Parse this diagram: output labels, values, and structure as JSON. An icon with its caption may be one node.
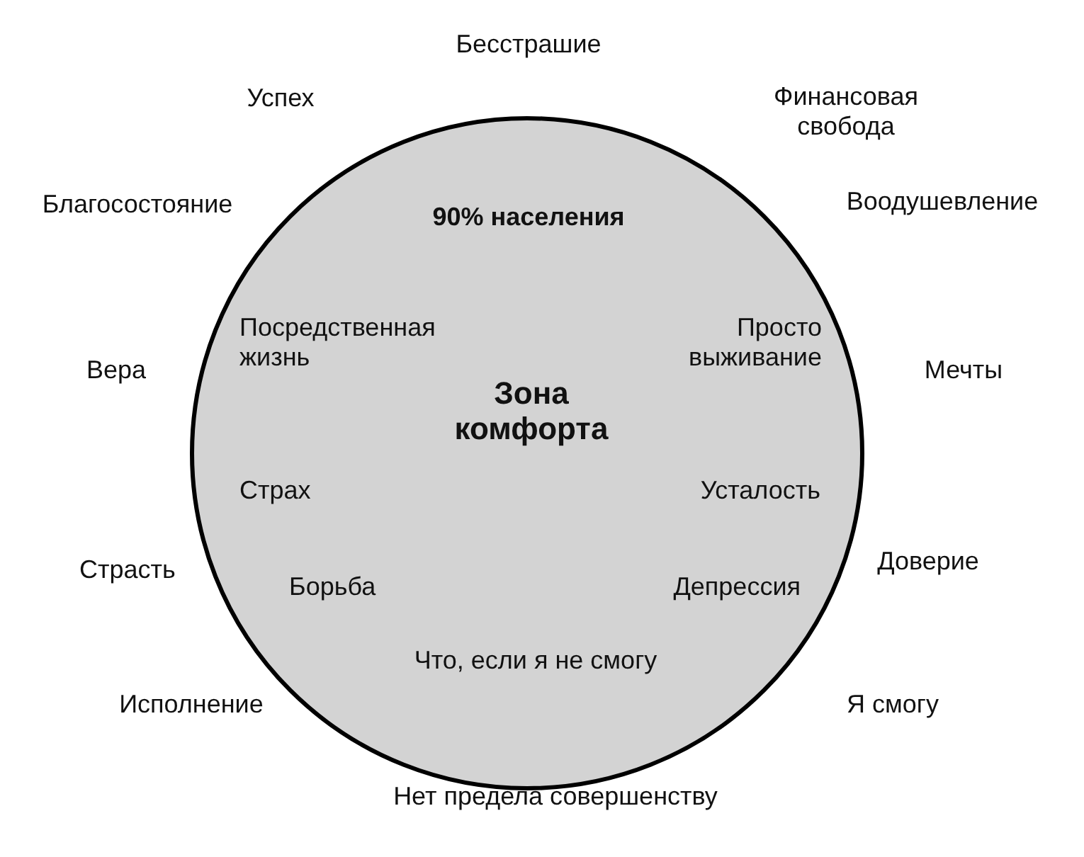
{
  "diagram": {
    "nodes": [
      {
        "text": [
          "90% населения",
          "Посредственная жизнь",
          "Просто выживание",
          "Зона комфорта",
          "Страх",
          "Усталость",
          "Борьба",
          "Депрессия",
          "Что, если я не смогу"
        ]
      }
    ],
    "edges": [],
    "labels": [
      "Бесстрашие",
      "Успех",
      "Финансовая свобода",
      "Благосостояние",
      "Воодушевление",
      "Вера",
      "Мечты",
      "Страсть",
      "Доверие",
      "Исполнение",
      "Я смогу",
      "Нет предела совершенству"
    ]
  }
}
